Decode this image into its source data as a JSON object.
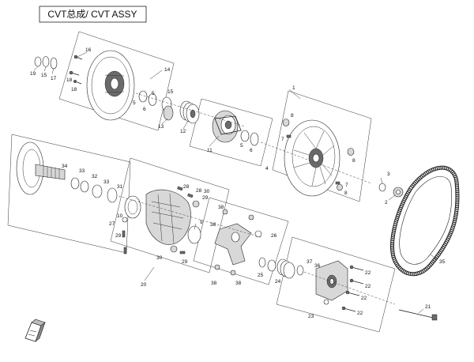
{
  "title": "CVT总成/ CVT ASSY",
  "callouts": [
    {
      "id": "c1",
      "text": "1"
    },
    {
      "id": "c2",
      "text": "2"
    },
    {
      "id": "c3",
      "text": "3"
    },
    {
      "id": "c4",
      "text": "4"
    },
    {
      "id": "c5a",
      "text": "5"
    },
    {
      "id": "c5b",
      "text": "5"
    },
    {
      "id": "c5c",
      "text": "5"
    },
    {
      "id": "c6a",
      "text": "6"
    },
    {
      "id": "c6b",
      "text": "6"
    },
    {
      "id": "c7a",
      "text": "7"
    },
    {
      "id": "c7b",
      "text": "7"
    },
    {
      "id": "c8a",
      "text": "8"
    },
    {
      "id": "c8b",
      "text": "8"
    },
    {
      "id": "c8c",
      "text": "8"
    },
    {
      "id": "c9",
      "text": "9"
    },
    {
      "id": "c10",
      "text": "10"
    },
    {
      "id": "c11",
      "text": "11"
    },
    {
      "id": "c12",
      "text": "12"
    },
    {
      "id": "c13",
      "text": "13"
    },
    {
      "id": "c14",
      "text": "14"
    },
    {
      "id": "c15a",
      "text": "15"
    },
    {
      "id": "c15b",
      "text": "15"
    },
    {
      "id": "c16",
      "text": "16"
    },
    {
      "id": "c17",
      "text": "17"
    },
    {
      "id": "c18a",
      "text": "18"
    },
    {
      "id": "c18b",
      "text": "18"
    },
    {
      "id": "c19",
      "text": "19"
    },
    {
      "id": "c20",
      "text": "20"
    },
    {
      "id": "c21",
      "text": "21"
    },
    {
      "id": "c22a",
      "text": "22"
    },
    {
      "id": "c22b",
      "text": "22"
    },
    {
      "id": "c22c",
      "text": "22"
    },
    {
      "id": "c22d",
      "text": "22"
    },
    {
      "id": "c23",
      "text": "23"
    },
    {
      "id": "c24",
      "text": "24"
    },
    {
      "id": "c25",
      "text": "25"
    },
    {
      "id": "c26",
      "text": "26"
    },
    {
      "id": "c27",
      "text": "27"
    },
    {
      "id": "c28a",
      "text": "28"
    },
    {
      "id": "c28b",
      "text": "28"
    },
    {
      "id": "c29a",
      "text": "29"
    },
    {
      "id": "c29b",
      "text": "29"
    },
    {
      "id": "c29c",
      "text": "29"
    },
    {
      "id": "c30a",
      "text": "30"
    },
    {
      "id": "c30b",
      "text": "30"
    },
    {
      "id": "c31",
      "text": "31"
    },
    {
      "id": "c32",
      "text": "32"
    },
    {
      "id": "c33a",
      "text": "33"
    },
    {
      "id": "c33b",
      "text": "33"
    },
    {
      "id": "c34",
      "text": "34"
    },
    {
      "id": "c35",
      "text": "35"
    },
    {
      "id": "c36",
      "text": "36"
    },
    {
      "id": "c37",
      "text": "37"
    },
    {
      "id": "c38a",
      "text": "38"
    },
    {
      "id": "c38b",
      "text": "38"
    },
    {
      "id": "c38c",
      "text": "38"
    },
    {
      "id": "c38d",
      "text": "38"
    }
  ]
}
